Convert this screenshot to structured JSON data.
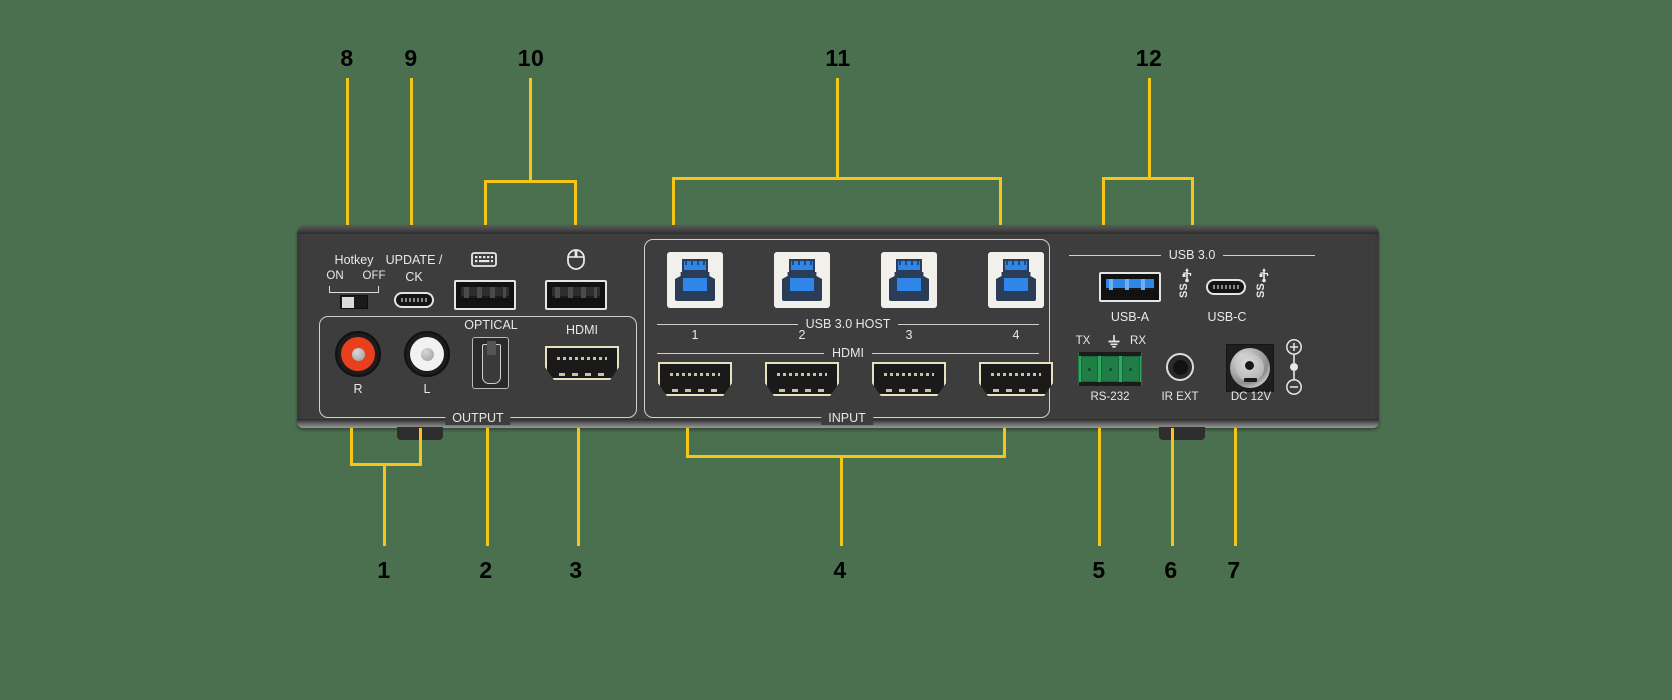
{
  "diagram": {
    "title": "KVM Switch Rear Panel Connector Callout Diagram",
    "background_color": "#4a7050",
    "leader_color": "#f5c518",
    "chassis_color": "#3d3d3d"
  },
  "callouts_top": [
    {
      "id": "8",
      "label": "8"
    },
    {
      "id": "9",
      "label": "9"
    },
    {
      "id": "10",
      "label": "10"
    },
    {
      "id": "11",
      "label": "11"
    },
    {
      "id": "12",
      "label": "12"
    }
  ],
  "callouts_bottom": [
    {
      "id": "1",
      "label": "1"
    },
    {
      "id": "2",
      "label": "2"
    },
    {
      "id": "3",
      "label": "3"
    },
    {
      "id": "4",
      "label": "4"
    },
    {
      "id": "5",
      "label": "5"
    },
    {
      "id": "6",
      "label": "6"
    },
    {
      "id": "7",
      "label": "7"
    }
  ],
  "panel": {
    "hotkey": {
      "title": "Hotkey",
      "on_label": "ON",
      "off_label": "OFF"
    },
    "update": {
      "line1": "UPDATE /",
      "line2": "CK"
    },
    "keyboard_port": {
      "icon": "keyboard-icon"
    },
    "mouse_port": {
      "icon": "mouse-icon"
    },
    "audio_out": {
      "right_label": "R",
      "left_label": "L",
      "right_color": "#e8401f",
      "left_color": "#f2f2f2"
    },
    "optical_label": "OPTICAL",
    "hdmi_out_label": "HDMI",
    "output_group_label": "OUTPUT",
    "input_group_label": "INPUT",
    "usb_host_rule_label": "USB 3.0 HOST",
    "hdmi_rule_label": "HDMI",
    "channel_numbers": [
      "1",
      "2",
      "3",
      "4"
    ],
    "usb30_rule_label": "USB 3.0",
    "usb_a_label": "USB-A",
    "usb_c_label": "USB-C",
    "ss_mark": "SS",
    "rs232": {
      "tx_label": "TX",
      "gnd_icon": "ground-icon",
      "rx_label": "RX",
      "port_label": "RS-232"
    },
    "ir_label": "IR EXT",
    "dc_label": "DC 12V",
    "dc_polarity": {
      "plus": "⊕",
      "minus": "⊖"
    }
  }
}
